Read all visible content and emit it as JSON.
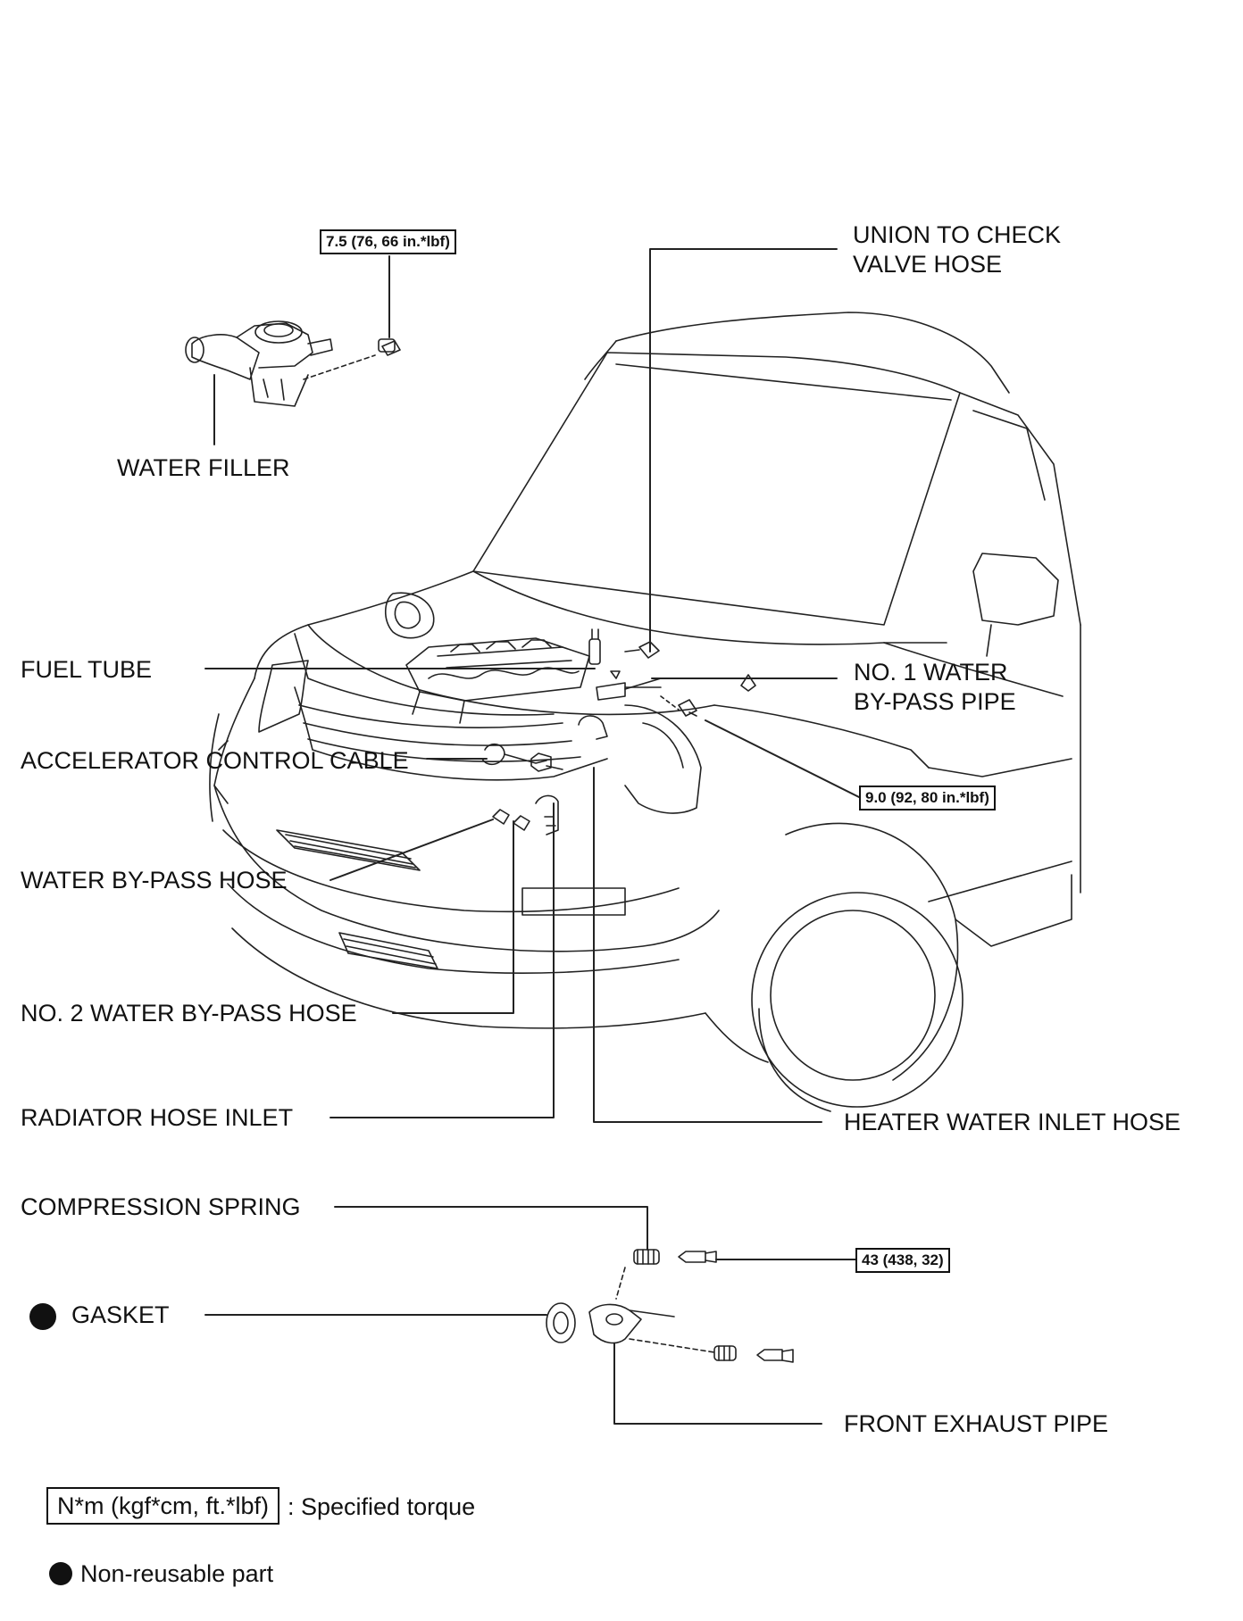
{
  "labels": {
    "union_check_valve_hose_1": "UNION TO CHECK",
    "union_check_valve_hose_2": "VALVE HOSE",
    "water_filler": "WATER FILLER",
    "fuel_tube": "FUEL TUBE",
    "no1_water_bypass_pipe_1": "NO. 1 WATER",
    "no1_water_bypass_pipe_2": "BY-PASS PIPE",
    "accelerator_control_cable": "ACCELERATOR CONTROL CABLE",
    "water_bypass_hose": "WATER BY-PASS HOSE",
    "no2_water_bypass_hose": "NO. 2 WATER BY-PASS HOSE",
    "radiator_hose_inlet": "RADIATOR HOSE INLET",
    "heater_water_inlet_hose": "HEATER WATER INLET HOSE",
    "compression_spring": "COMPRESSION SPRING",
    "gasket": "GASKET",
    "front_exhaust_pipe": "FRONT EXHAUST PIPE"
  },
  "torques": {
    "water_filler_bolt": "7.5 (76, 66 in.*lbf)",
    "bypass_pipe_bolt": "9.0 (92, 80 in.*lbf)",
    "exhaust_bolt": "43 (438, 32)"
  },
  "legend": {
    "torque_box": "N*m (kgf*cm, ft.*lbf)",
    "torque_desc": ": Specified torque",
    "nonreusable_desc": "Non-reusable part"
  }
}
